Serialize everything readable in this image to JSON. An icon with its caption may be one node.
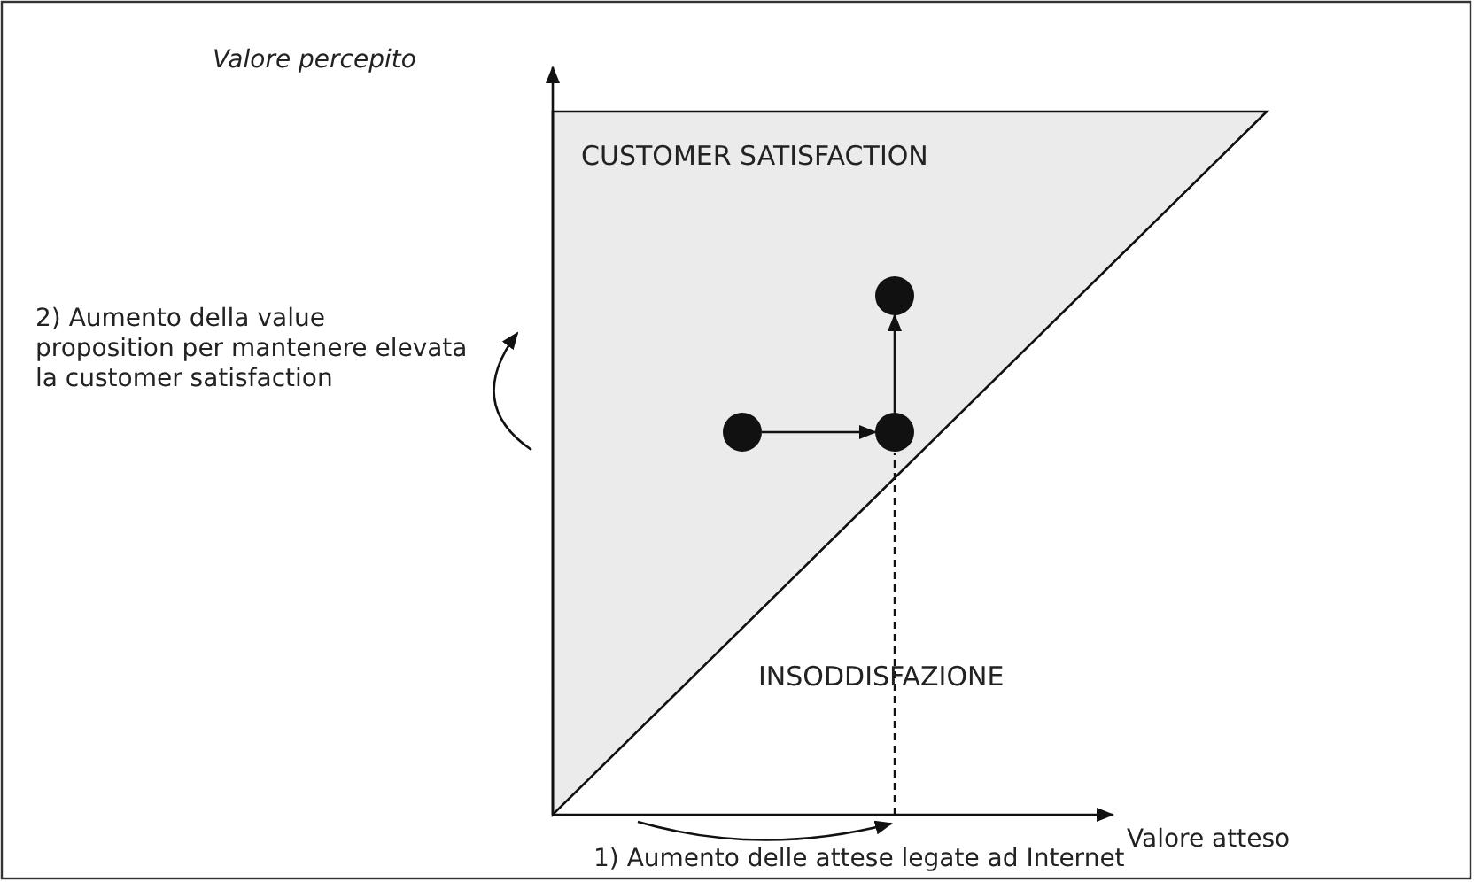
{
  "diagram": {
    "nodes": [
      {
        "text": [],
        "shape": "circle"
      },
      {
        "text": [],
        "shape": "circle"
      },
      {
        "text": [],
        "shape": "circle"
      }
    ],
    "edges": [
      {
        "from": 1,
        "to": 2,
        "arrow": "to"
      },
      {
        "from": 2,
        "to": 0,
        "arrow": "to"
      }
    ],
    "labels": [
      "Valore percepito",
      "CUSTOMER SATISFACTION",
      "2) Aumento della value proposition per mantenere elevata la customer satisfaction",
      "INSODDISFAZIONE",
      "Valore atteso",
      "1) Aumento delle attese legate ad Internet"
    ]
  }
}
